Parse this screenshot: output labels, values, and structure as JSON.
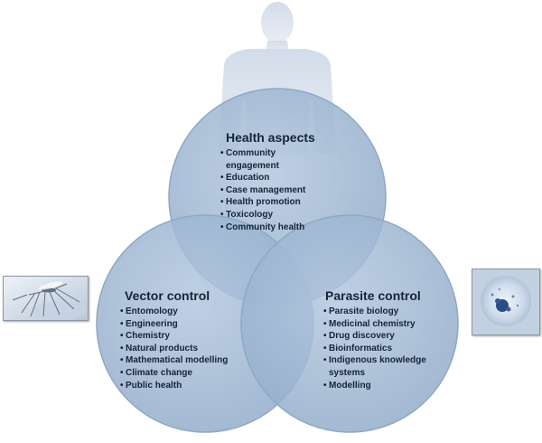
{
  "circles": {
    "health": {
      "title": "Health aspects",
      "items": [
        "Community engagement",
        "Education",
        "Case management",
        "Health promotion",
        "Toxicology",
        "Community health"
      ]
    },
    "vector": {
      "title": "Vector control",
      "items": [
        "Entomology",
        "Engineering",
        "Chemistry",
        "Natural products",
        "Mathematical modelling",
        "Climate change",
        "Public health"
      ]
    },
    "parasite": {
      "title": "Parasite control",
      "items": [
        "Parasite biology",
        "Medicinal chemistry",
        "Drug discovery",
        "Bioinformatics",
        "Indigenous knowledge systems",
        "Modelling"
      ]
    }
  },
  "icons": {
    "human": "human-silhouette-icon",
    "mosquito": "mosquito-icon",
    "parasite": "parasite-cell-icon"
  },
  "colors": {
    "circle_fill": "#a8bfd8",
    "circle_stroke": "#8ea8c6",
    "text": "#16243a",
    "silhouette": "#c9d4e2"
  }
}
